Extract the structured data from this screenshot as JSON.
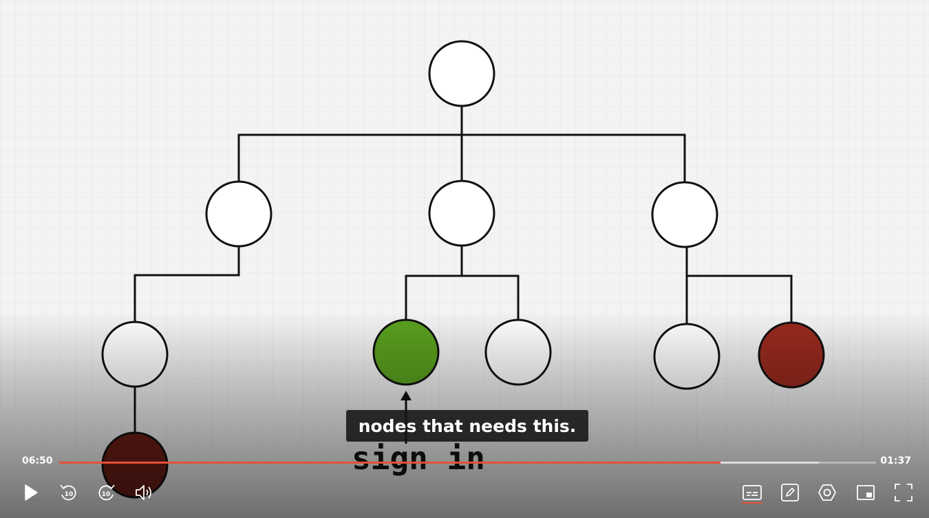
{
  "player": {
    "elapsed": "06:50",
    "remaining": "01:37",
    "caption": "nodes that needs this.",
    "progress_played_fraction": 0.81,
    "progress_buffered_fraction": 0.93,
    "accent_color": "#e65136"
  },
  "video": {
    "label_text": "sign in",
    "node_colors": {
      "green": "#5aa11f",
      "red": "#992a1e",
      "dark_red": "#6e1f17",
      "empty": "#ffffff"
    }
  },
  "controls": {
    "skip_back_label": "10",
    "skip_forward_label": "10",
    "icons": [
      "play-icon",
      "rewind-10-icon",
      "forward-10-icon",
      "volume-icon",
      "captions-icon",
      "notes-icon",
      "settings-icon",
      "picture-in-picture-icon",
      "fullscreen-icon"
    ]
  }
}
